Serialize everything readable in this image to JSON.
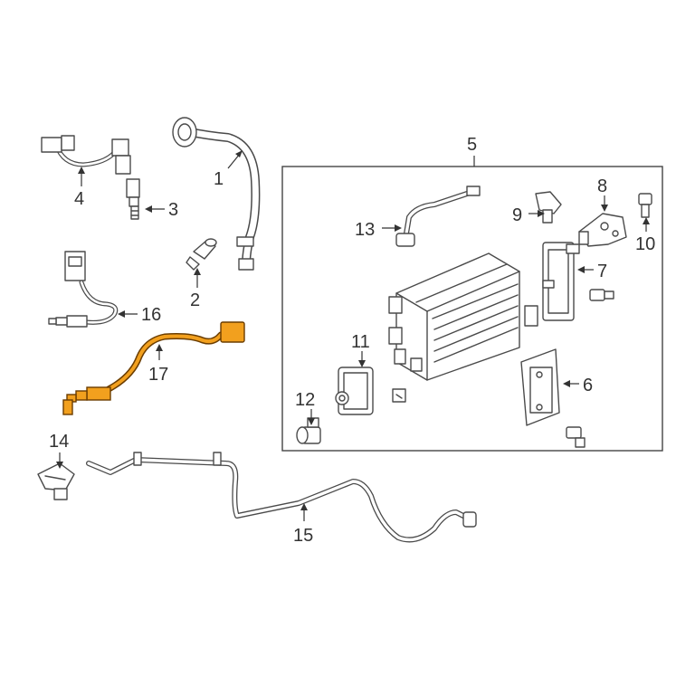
{
  "diagram": {
    "callouts": [
      {
        "id": "1",
        "text": "1"
      },
      {
        "id": "2",
        "text": "2"
      },
      {
        "id": "3",
        "text": "3"
      },
      {
        "id": "4",
        "text": "4"
      },
      {
        "id": "5",
        "text": "5"
      },
      {
        "id": "6",
        "text": "6"
      },
      {
        "id": "7",
        "text": "7"
      },
      {
        "id": "8",
        "text": "8"
      },
      {
        "id": "9",
        "text": "9"
      },
      {
        "id": "10",
        "text": "10"
      },
      {
        "id": "11",
        "text": "11"
      },
      {
        "id": "12",
        "text": "12"
      },
      {
        "id": "13",
        "text": "13"
      },
      {
        "id": "14",
        "text": "14"
      },
      {
        "id": "15",
        "text": "15"
      },
      {
        "id": "16",
        "text": "16"
      },
      {
        "id": "17",
        "text": "17"
      }
    ],
    "colors": {
      "line": "#4a4a4a",
      "highlight": "#f2a01e",
      "highlight_outline": "#6b3d00",
      "background": "#ffffff"
    }
  }
}
